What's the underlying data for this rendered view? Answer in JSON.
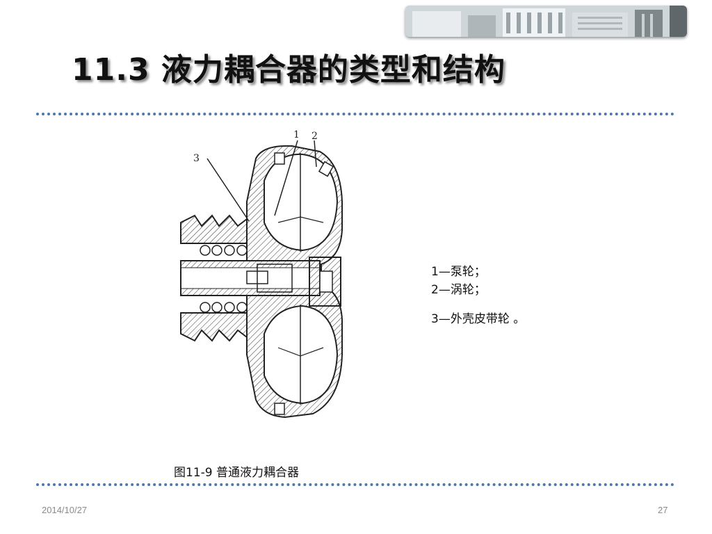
{
  "slide": {
    "title": "11.3 液力耦合器的类型和结构",
    "banner_icon": "building-photo"
  },
  "figure": {
    "callouts": [
      "1",
      "2",
      "3"
    ],
    "caption": "图11-9  普通液力耦合器",
    "icon": "fluid-coupling-cross-section-drawing"
  },
  "legend": {
    "items": [
      "1—泵轮；",
      "2—涡轮；",
      "3—外壳皮带轮 。"
    ]
  },
  "footer": {
    "date": "2014/10/27",
    "page_number": "27"
  },
  "colors": {
    "divider": "#4a78b0",
    "text": "#111111",
    "footer_text": "#8a8a8a"
  }
}
